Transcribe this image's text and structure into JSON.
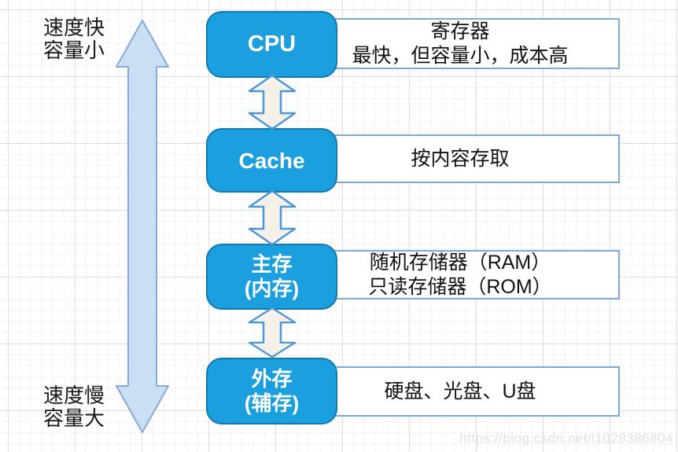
{
  "axis": {
    "top_label": "速度快\n容量小",
    "bottom_label": "速度慢\n容量大",
    "arrow_icon": "vertical-double-arrow-icon"
  },
  "levels": [
    {
      "node_label": "CPU",
      "description": "寄存器\n最快，但容量小，成本高"
    },
    {
      "node_label": "Cache",
      "description": "按内容存取"
    },
    {
      "node_label": "主存\n(内存)",
      "description": "随机存储器（RAM）\n只读存储器（ROM）"
    },
    {
      "node_label": "外存\n(辅存)",
      "description": "硬盘、光盘、U盘"
    }
  ],
  "connectors": {
    "icon": "vertical-double-arrow-icon",
    "count": 3
  },
  "colors": {
    "node_fill": "#1b9fdf",
    "node_border": "#1379ae",
    "desc_border": "#7fa8d8",
    "axis_arrow_fill": "#cbdff4",
    "axis_arrow_border": "#86aad9",
    "connector_fill": "#f5f1e8",
    "connector_border": "#4d97d3",
    "grid_major": "#e0dede",
    "grid_minor": "#f4f2f2"
  },
  "watermark": "https://blog.csdn.net/l1028386804"
}
